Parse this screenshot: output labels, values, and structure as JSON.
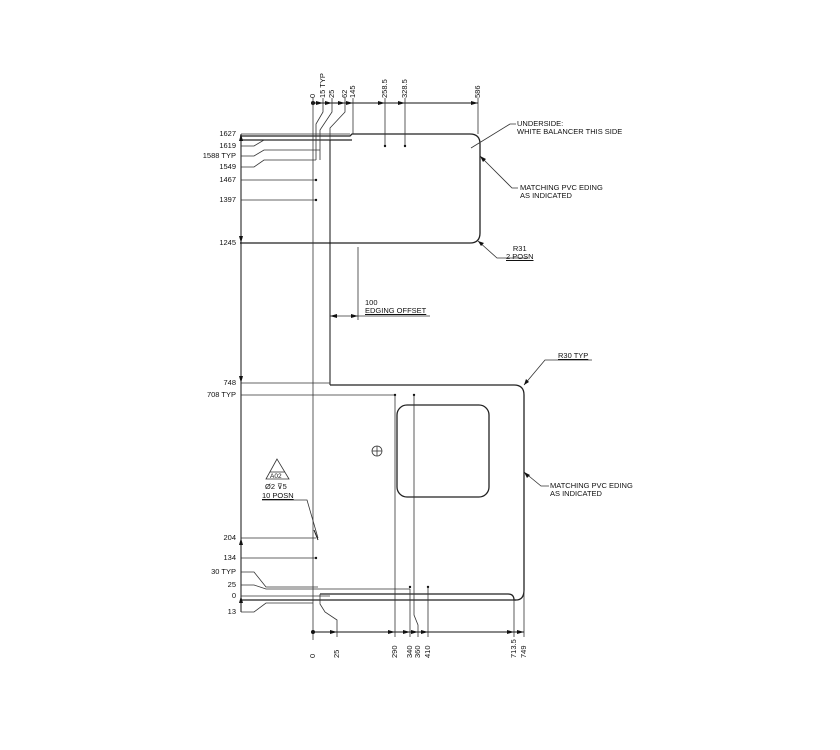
{
  "drawing": {
    "top_dims": [
      "0",
      "15 TYP",
      "25",
      "62",
      "145",
      "258.5",
      "328.5",
      "586"
    ],
    "left_dims_upper": [
      "1627",
      "1619",
      "1588 TYP",
      "1549",
      "1467",
      "1397",
      "1245"
    ],
    "left_dims_lower": [
      "748",
      "708 TYP",
      "204",
      "134",
      "30 TYP",
      "25",
      "0",
      "13"
    ],
    "bottom_dims": [
      "0",
      "25",
      "290",
      "340",
      "360",
      "410",
      "713.5",
      "749"
    ],
    "notes": {
      "underside_line1": "UNDERSIDE:",
      "underside_line2": "WHITE BALANCER THIS SIDE",
      "pvc_upper_line1": "MATCHING PVC EDING",
      "pvc_upper_line2": "AS INDICATED",
      "r31_line1": "R31",
      "r31_line2": "2 POSN",
      "edging_value": "100",
      "edging_label": "EDGING OFFSET",
      "r30": "R30 TYP",
      "pvc_lower_line1": "MATCHING PVC EDING",
      "pvc_lower_line2": "AS INDICATED",
      "hole_tag": "A02",
      "hole_spec": "Ø2 ⊽5",
      "hole_count": "10 POSN"
    }
  }
}
